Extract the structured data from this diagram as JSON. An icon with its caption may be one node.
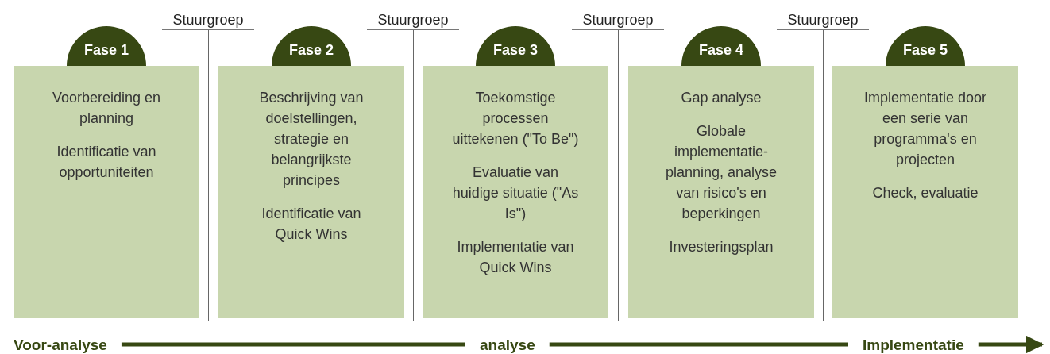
{
  "diagram": {
    "nodes": [
      {
        "text": [
          "Fase 1"
        ]
      },
      {
        "text": [
          "Fase 2"
        ]
      },
      {
        "text": [
          "Fase 3"
        ]
      },
      {
        "text": [
          "Fase 4"
        ]
      },
      {
        "text": [
          "Fase 5"
        ]
      },
      {
        "text": [
          "Voorbereiding en planning",
          "Identificatie van opportuniteiten"
        ]
      },
      {
        "text": [
          "Beschrijving van doelstellingen, strategie en belangrijkste principes",
          "Identificatie van Quick Wins"
        ]
      },
      {
        "text": [
          "Toekomstige processen uittekenen (\"To Be\")",
          "Evaluatie van huidige situatie (\"As Is\")",
          "Implementatie van Quick Wins"
        ]
      },
      {
        "text": [
          "Gap analyse",
          "Globale implementatie-planning, analyse van risico's en beperkingen",
          "Investeringsplan"
        ]
      },
      {
        "text": [
          "Implementatie door een serie van programma's en projecten",
          "Check, evaluatie"
        ]
      },
      {
        "text": [
          "Voor-analyse"
        ]
      },
      {
        "text": [
          "analyse"
        ]
      },
      {
        "text": [
          "Implementatie"
        ]
      }
    ],
    "edges": [
      {
        "from": 10,
        "to": 11,
        "arrow": "none"
      },
      {
        "from": 11,
        "to": 12,
        "arrow": "none"
      },
      {
        "from": 12,
        "to": null,
        "arrow": "to"
      }
    ],
    "labels": [
      "Stuurgroep",
      "Stuurgroep",
      "Stuurgroep",
      "Stuurgroep"
    ]
  }
}
